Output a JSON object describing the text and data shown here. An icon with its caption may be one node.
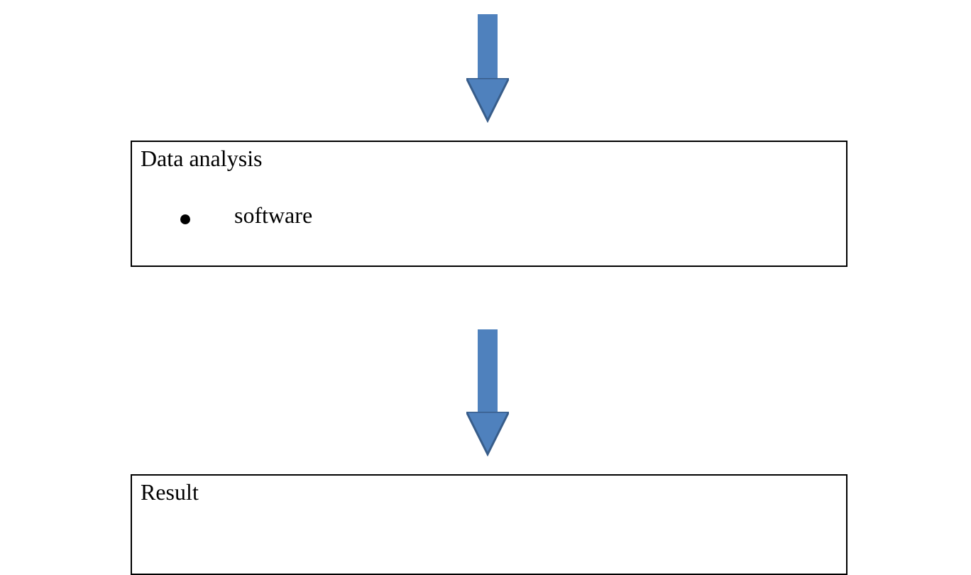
{
  "diagram": {
    "nodes": [
      {
        "text": [
          "Data analysis",
          "software"
        ]
      },
      {
        "text": [
          "Result"
        ]
      }
    ],
    "edges": [
      {
        "from": null,
        "to": 0,
        "arrow": "to"
      },
      {
        "from": 0,
        "to": 1,
        "arrow": "to"
      }
    ]
  }
}
